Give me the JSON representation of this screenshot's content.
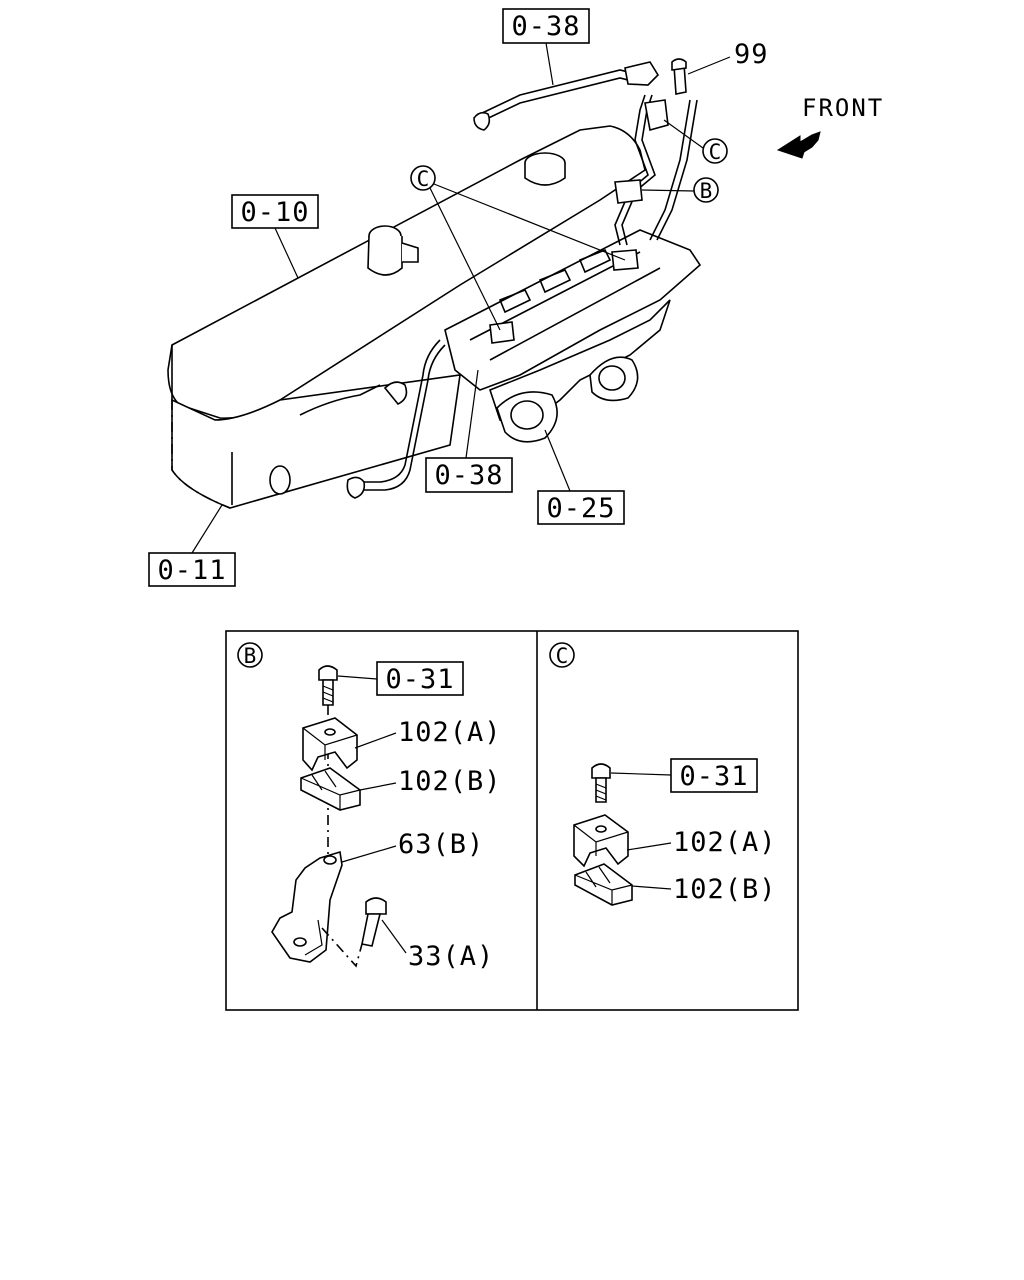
{
  "main_view": {
    "callouts": {
      "ref_0_38_top": "0-38",
      "ref_0_10": "0-10",
      "ref_0_38_bottom": "0-38",
      "ref_0_25": "0-25",
      "ref_0_11": "0-11",
      "part_99": "99"
    },
    "front_label": "FRONT",
    "circle_markers": {
      "c_top_right": "C",
      "b_right": "B",
      "c_left": "C"
    }
  },
  "detail_b": {
    "marker": "B",
    "ref_bolt": "0-31",
    "parts": {
      "clip_upper": "102(A)",
      "clip_lower": "102(B)",
      "bracket": "63(B)",
      "bolt": "33(A)"
    }
  },
  "detail_c": {
    "marker": "C",
    "ref_bolt": "0-31",
    "parts": {
      "clip_upper": "102(A)",
      "clip_lower": "102(B)"
    }
  }
}
